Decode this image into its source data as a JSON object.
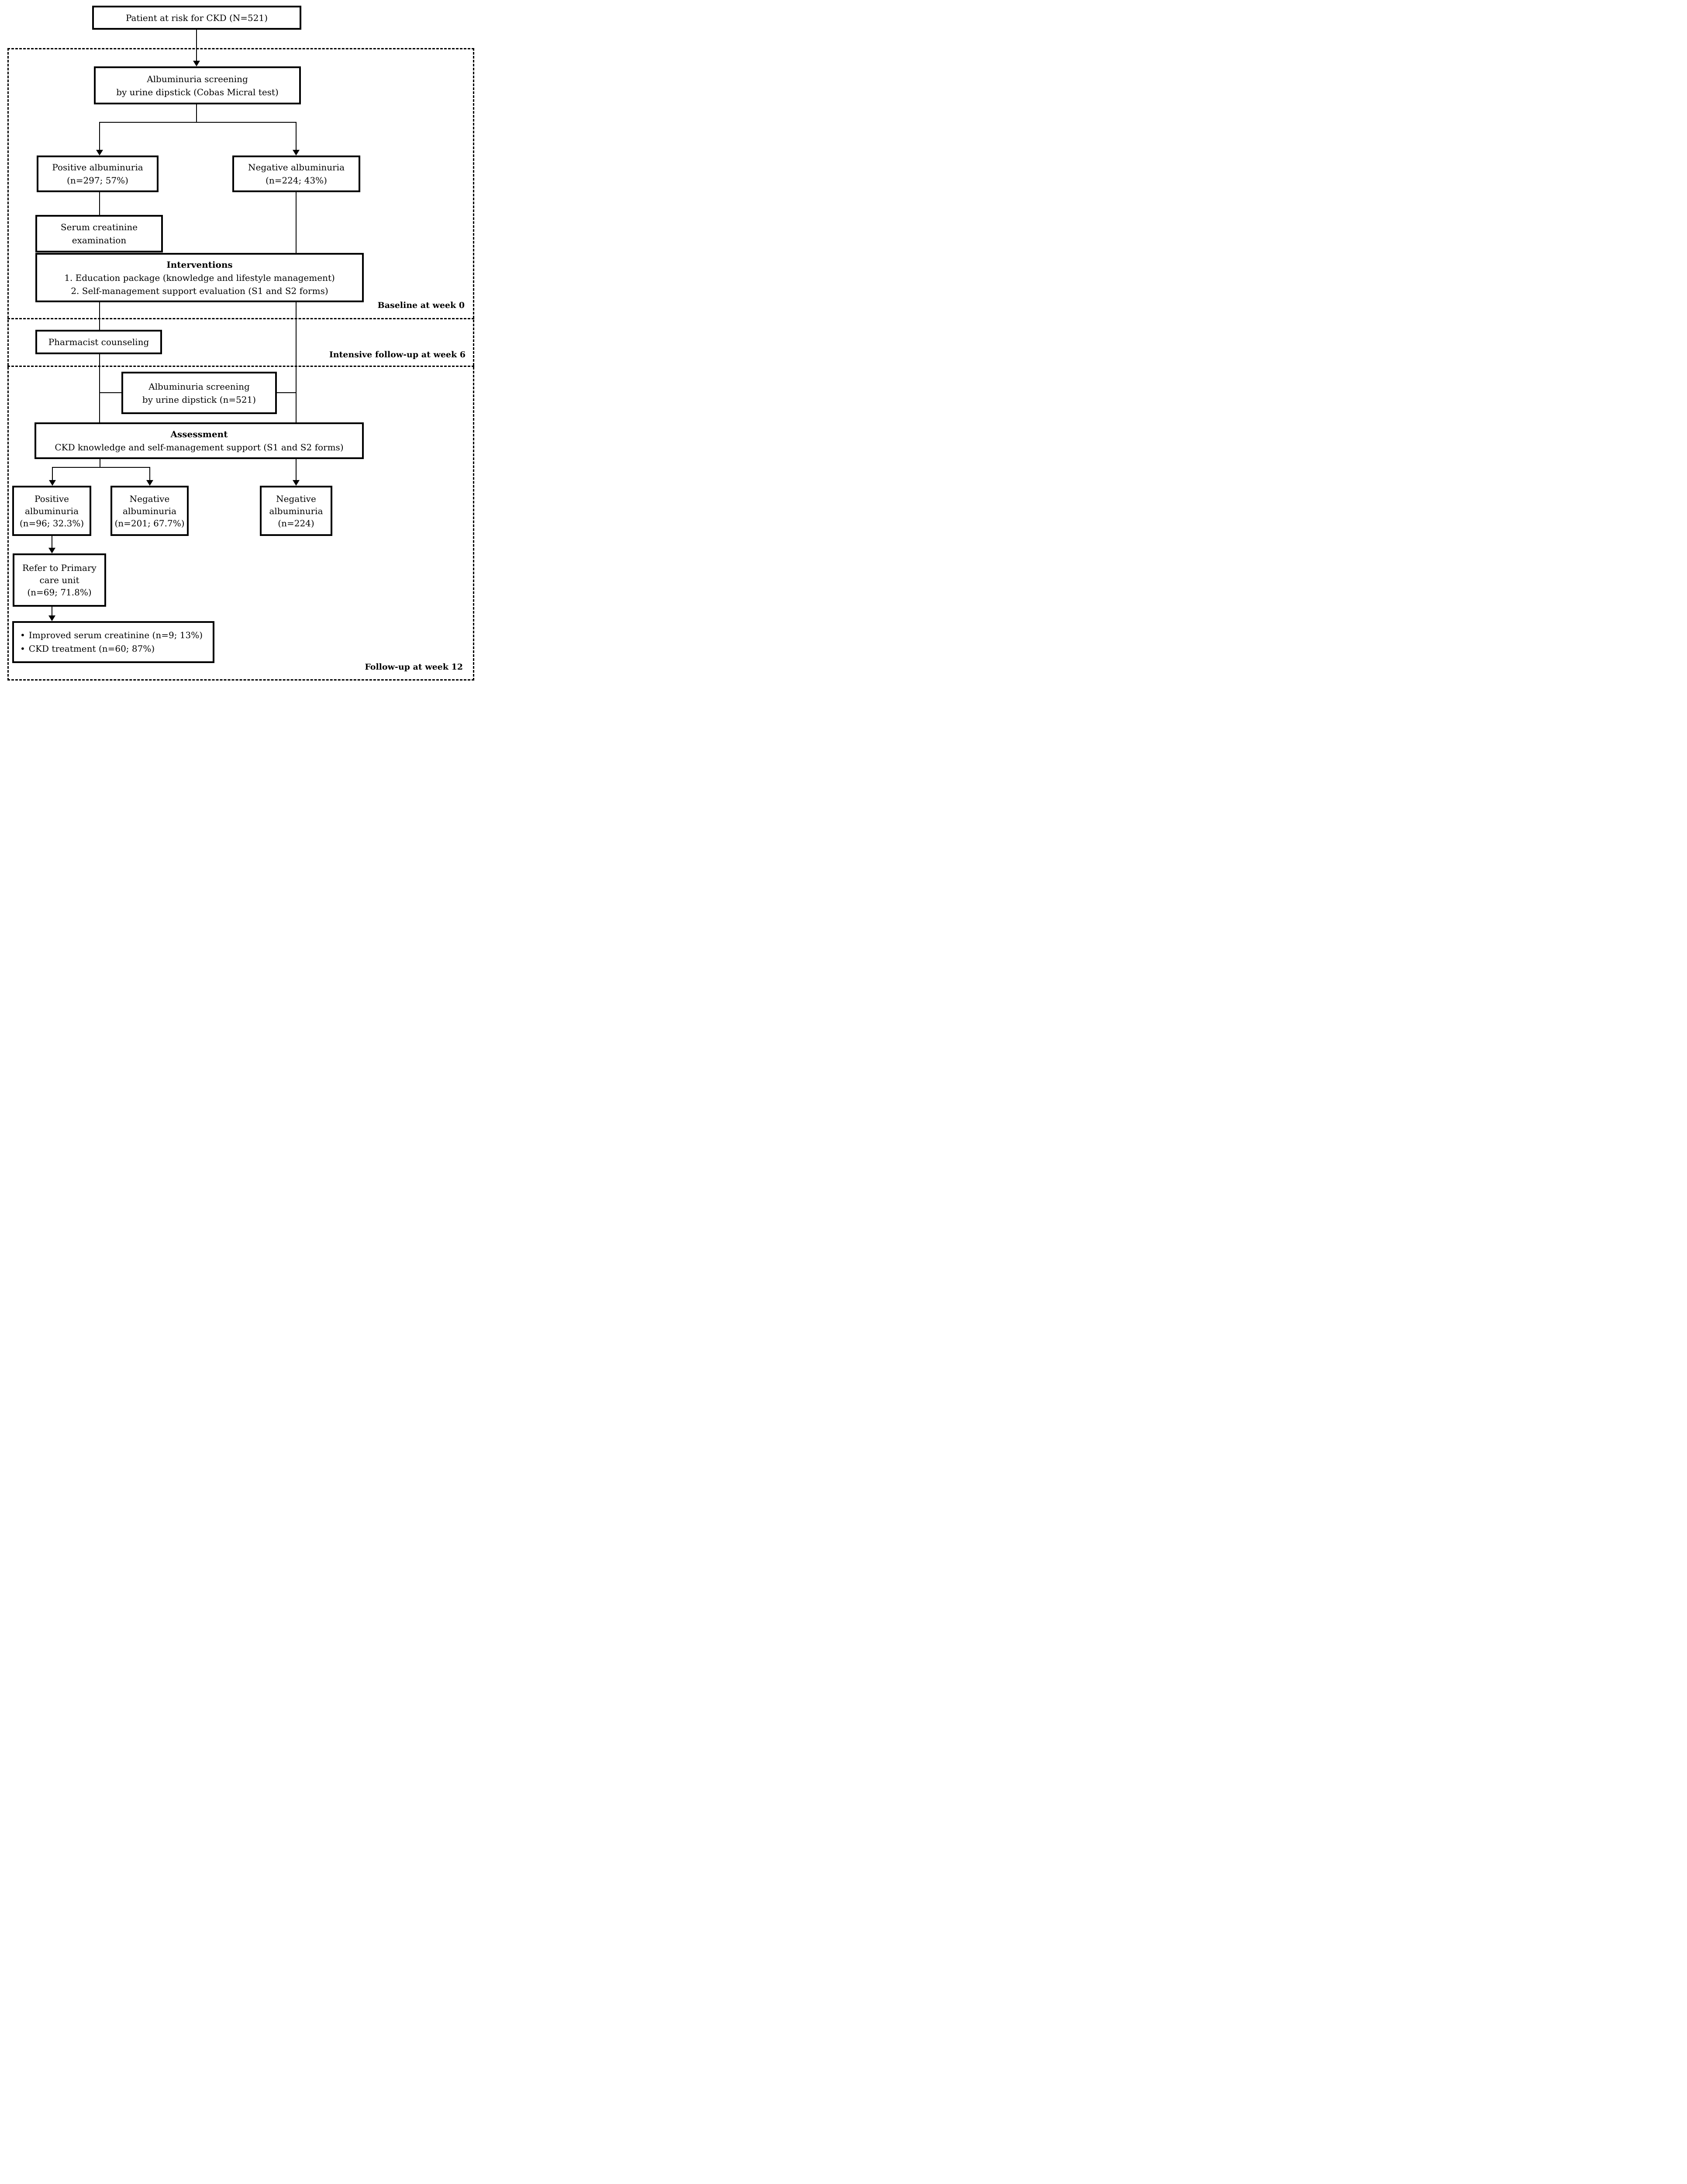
{
  "boxes": {
    "patient": {
      "lines": [
        "Patient at risk for CKD (N=521)"
      ]
    },
    "screening_baseline": {
      "lines": [
        "Albuminuria screening",
        "by urine dipstick (Cobas Micral test)"
      ]
    },
    "positive_baseline": {
      "lines": [
        "Positive albuminuria",
        "(n=297; 57%)"
      ]
    },
    "negative_baseline": {
      "lines": [
        "Negative albuminuria",
        "(n=224; 43%)"
      ]
    },
    "serum_creatinine": {
      "lines": [
        "Serum creatinine",
        "examination"
      ]
    },
    "interventions": {
      "title": "Interventions",
      "items": [
        "1. Education package (knowledge and lifestyle management)",
        "2. Self-management support evaluation (S1 and S2 forms)"
      ]
    },
    "pharmacist": {
      "lines": [
        "Pharmacist counseling"
      ]
    },
    "screening_followup": {
      "lines": [
        "Albuminuria screening",
        "by urine dipstick (n=521)"
      ]
    },
    "assessment": {
      "title": "Assessment",
      "subtitle": "CKD knowledge and self-management support (S1 and S2 forms)"
    },
    "positive_followup": {
      "lines": [
        "Positive",
        "albuminuria",
        "(n=96; 32.3%)"
      ]
    },
    "negative_followup": {
      "lines": [
        "Negative",
        "albuminuria",
        "(n=201; 67.7%)"
      ]
    },
    "negative_untested": {
      "lines": [
        "Negative",
        "albuminuria",
        "(n=224)"
      ]
    },
    "refer": {
      "lines": [
        "Refer to Primary",
        "care unit",
        "(n=69; 71.8%)"
      ]
    },
    "outcomes": {
      "bullets": [
        "Improved serum creatinine (n=9; 13%)",
        "CKD treatment (n=60; 87%)"
      ]
    }
  },
  "section_labels": {
    "baseline": "Baseline at week 0",
    "week6": "Intensive follow-up at week 6",
    "week12": "Follow-up at week 12"
  },
  "glyphs": {
    "bullet": "•"
  },
  "colors": {
    "line": "#000000",
    "background": "#ffffff"
  }
}
